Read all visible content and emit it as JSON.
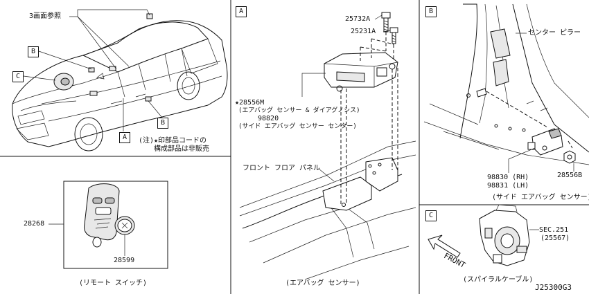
{
  "overview": {
    "ref_note": "3画面参照",
    "marker_a": "A",
    "marker_b1": "B",
    "marker_b2": "B",
    "marker_c": "C",
    "note_line1": "(注)★印部品コードの",
    "note_line2": "構成部品は非販売"
  },
  "remote": {
    "part_fob": "28268",
    "part_battery": "28599",
    "caption": "(リモート スイッチ)"
  },
  "airbag_sensor": {
    "section": "A",
    "bolt1": "25732A",
    "bolt2": "25231A",
    "part_main": "★28556M",
    "part_main_desc": "(エアバッグ センサー & ダイアグノシス)",
    "part_alt": "98820",
    "part_alt_desc": "(サイド エアバッグ センサー センター)",
    "panel": "フロント フロア パネル",
    "caption": "(エアバッグ センサー)"
  },
  "side_sensor": {
    "section": "B",
    "pillar": "センター ピラー",
    "part_rh": "98830 (RH)",
    "part_lh": "98831 (LH)",
    "part_desc": "(サイド エアバッグ センサー)",
    "part_nut": "28556B"
  },
  "spiral": {
    "section": "C",
    "sec_ref": "SEC.251",
    "sec_sub": "(25567)",
    "front": "FRONT",
    "caption": "(スパイラルケーブル)"
  },
  "diagram_code": "J25300G3"
}
